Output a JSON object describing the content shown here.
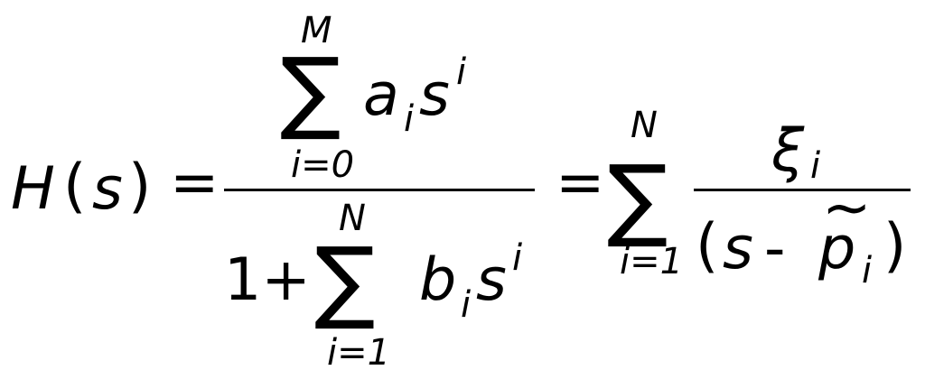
{
  "lhs": {
    "func": "H",
    "open": "(",
    "var": "s",
    "close": ")"
  },
  "eq1": "=",
  "eq2": "=",
  "frac1": {
    "num": {
      "sum": "∑",
      "upper": "M",
      "lower": "i=0",
      "coef": "a",
      "coef_sub": "i",
      "var": "s",
      "exp": "i"
    },
    "den": {
      "one_plus": "1+",
      "sum": "∑",
      "upper": "N",
      "lower": "i=1",
      "coef": "b",
      "coef_sub": "i",
      "var": "s",
      "exp": "i"
    }
  },
  "sum2": {
    "sum": "∑",
    "upper": "N",
    "lower": "i=1"
  },
  "frac2": {
    "num": {
      "sym": "ξ",
      "sub": "i"
    },
    "den": {
      "open": "(",
      "var": "s",
      "minus": "-",
      "pole": "p",
      "tilde": "~",
      "sub": "i",
      "close": ")"
    }
  }
}
